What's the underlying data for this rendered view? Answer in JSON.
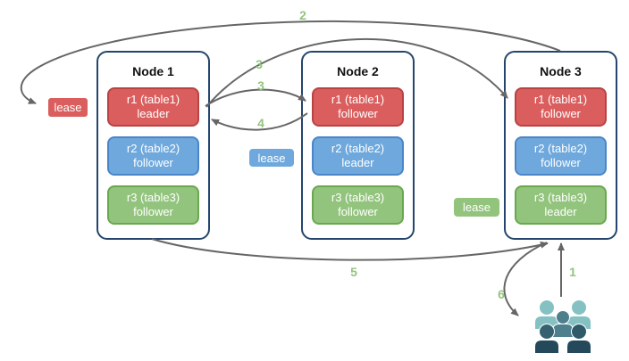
{
  "nodes": [
    {
      "title": "Node 1",
      "replicas": [
        {
          "name": "r1 (table1)",
          "role": "leader",
          "color": "red"
        },
        {
          "name": "r2 (table2)",
          "role": "follower",
          "color": "blue"
        },
        {
          "name": "r3 (table3)",
          "role": "follower",
          "color": "green"
        }
      ]
    },
    {
      "title": "Node 2",
      "replicas": [
        {
          "name": "r1 (table1)",
          "role": "follower",
          "color": "red"
        },
        {
          "name": "r2 (table2)",
          "role": "leader",
          "color": "blue"
        },
        {
          "name": "r3 (table3)",
          "role": "follower",
          "color": "green"
        }
      ]
    },
    {
      "title": "Node 3",
      "replicas": [
        {
          "name": "r1 (table1)",
          "role": "follower",
          "color": "red"
        },
        {
          "name": "r2 (table2)",
          "role": "follower",
          "color": "blue"
        },
        {
          "name": "r3 (table3)",
          "role": "leader",
          "color": "green"
        }
      ]
    }
  ],
  "leases": [
    {
      "label": "lease",
      "color": "red"
    },
    {
      "label": "lease",
      "color": "blue"
    },
    {
      "label": "lease",
      "color": "green"
    }
  ],
  "step_labels": [
    "2",
    "3",
    "3",
    "4",
    "5",
    "1",
    "6"
  ],
  "icons": {
    "users_group": "users-group-icon"
  },
  "colors": {
    "red_fill": "#db5e5e",
    "red_border": "#b94343",
    "blue_fill": "#6fa8dc",
    "blue_border": "#4a86c8",
    "green_fill": "#93c47d",
    "green_border": "#69a84f",
    "node_border": "#25456e",
    "arrow": "#666666",
    "step_number": "#93c47d",
    "people_light": "#85c1c3",
    "people_medium": "#4e7f8d",
    "people_dark": "#24495b"
  }
}
